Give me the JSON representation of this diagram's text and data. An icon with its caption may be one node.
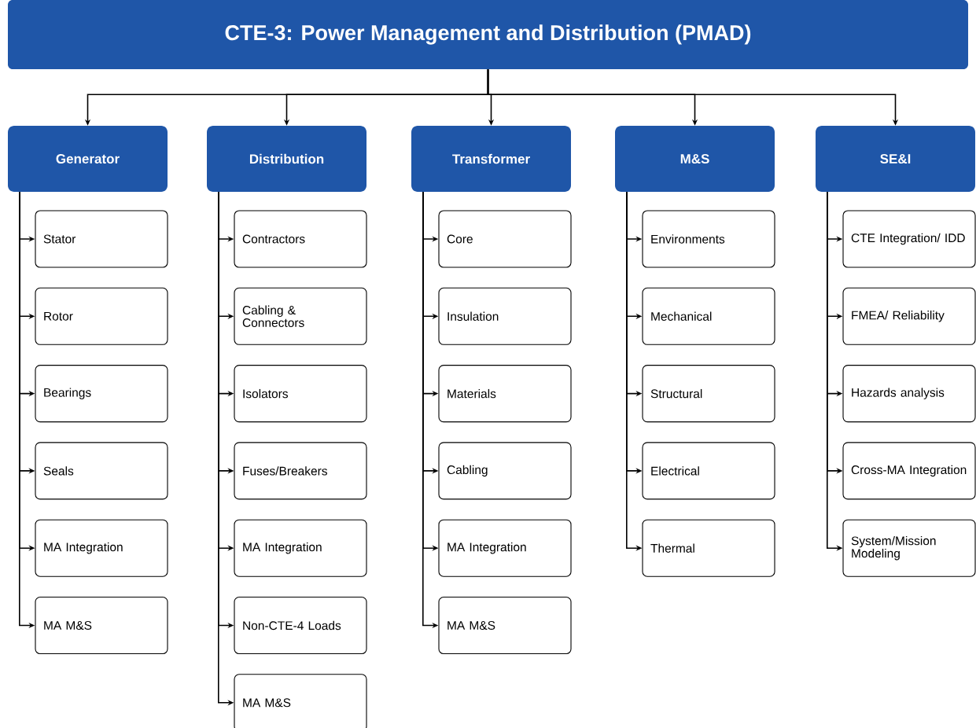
{
  "diagram": {
    "nodes": [
      {
        "text": [
          "CTE-3: Power Management and Distribution (PMAD)"
        ]
      },
      {
        "text": [
          "Generator"
        ]
      },
      {
        "text": [
          "Distribution"
        ]
      },
      {
        "text": [
          "Transformer"
        ]
      },
      {
        "text": [
          "M&S"
        ]
      },
      {
        "text": [
          "SE&I"
        ]
      },
      {
        "text": [
          "Stator"
        ]
      },
      {
        "text": [
          "Rotor"
        ]
      },
      {
        "text": [
          "Bearings"
        ]
      },
      {
        "text": [
          "Seals"
        ]
      },
      {
        "text": [
          "MA Integration"
        ]
      },
      {
        "text": [
          "MA M&S"
        ]
      },
      {
        "text": [
          "Contractors"
        ]
      },
      {
        "text": [
          "Cabling & Connectors"
        ]
      },
      {
        "text": [
          "Isolators"
        ]
      },
      {
        "text": [
          "Fuses/Breakers"
        ]
      },
      {
        "text": [
          "MA Integration"
        ]
      },
      {
        "text": [
          "Non-CTE-4 Loads"
        ]
      },
      {
        "text": [
          "MA M&S"
        ]
      },
      {
        "text": [
          "Core"
        ]
      },
      {
        "text": [
          "Insulation"
        ]
      },
      {
        "text": [
          "Materials"
        ]
      },
      {
        "text": [
          "Cabling"
        ]
      },
      {
        "text": [
          "MA Integration"
        ]
      },
      {
        "text": [
          "MA M&S"
        ]
      },
      {
        "text": [
          "Environments"
        ]
      },
      {
        "text": [
          "Mechanical"
        ]
      },
      {
        "text": [
          "Structural"
        ]
      },
      {
        "text": [
          "Electrical"
        ]
      },
      {
        "text": [
          "Thermal"
        ]
      },
      {
        "text": [
          "CTE Integration/ IDD"
        ]
      },
      {
        "text": [
          "FMEA/ Reliability"
        ]
      },
      {
        "text": [
          "Hazards analysis"
        ]
      },
      {
        "text": [
          "Cross-MA Integration"
        ]
      },
      {
        "text": [
          "System/Mission Modeling"
        ]
      }
    ],
    "edges": [
      {
        "from": 0,
        "to": 1,
        "arrow": "to"
      },
      {
        "from": 0,
        "to": 2,
        "arrow": "to"
      },
      {
        "from": 0,
        "to": 3,
        "arrow": "to"
      },
      {
        "from": 0,
        "to": 4,
        "arrow": "to"
      },
      {
        "from": 0,
        "to": 5,
        "arrow": "to"
      },
      {
        "from": 1,
        "to": 6,
        "arrow": "to"
      },
      {
        "from": 1,
        "to": 7,
        "arrow": "to"
      },
      {
        "from": 1,
        "to": 8,
        "arrow": "to"
      },
      {
        "from": 1,
        "to": 9,
        "arrow": "to"
      },
      {
        "from": 1,
        "to": 10,
        "arrow": "to"
      },
      {
        "from": 1,
        "to": 11,
        "arrow": "to"
      },
      {
        "from": 2,
        "to": 12,
        "arrow": "to"
      },
      {
        "from": 2,
        "to": 13,
        "arrow": "to"
      },
      {
        "from": 2,
        "to": 14,
        "arrow": "to"
      },
      {
        "from": 2,
        "to": 15,
        "arrow": "to"
      },
      {
        "from": 2,
        "to": 16,
        "arrow": "to"
      },
      {
        "from": 2,
        "to": 17,
        "arrow": "to"
      },
      {
        "from": 2,
        "to": 18,
        "arrow": "to"
      },
      {
        "from": 3,
        "to": 19,
        "arrow": "to"
      },
      {
        "from": 3,
        "to": 20,
        "arrow": "to"
      },
      {
        "from": 3,
        "to": 21,
        "arrow": "to"
      },
      {
        "from": 3,
        "to": 22,
        "arrow": "to"
      },
      {
        "from": 3,
        "to": 23,
        "arrow": "to"
      },
      {
        "from": 3,
        "to": 24,
        "arrow": "to"
      },
      {
        "from": 4,
        "to": 25,
        "arrow": "to"
      },
      {
        "from": 4,
        "to": 26,
        "arrow": "to"
      },
      {
        "from": 4,
        "to": 27,
        "arrow": "to"
      },
      {
        "from": 4,
        "to": 28,
        "arrow": "to"
      },
      {
        "from": 4,
        "to": 29,
        "arrow": "to"
      },
      {
        "from": 5,
        "to": 30,
        "arrow": "to"
      },
      {
        "from": 5,
        "to": 31,
        "arrow": "to"
      },
      {
        "from": 5,
        "to": 32,
        "arrow": "to"
      },
      {
        "from": 5,
        "to": 33,
        "arrow": "to"
      },
      {
        "from": 5,
        "to": 34,
        "arrow": "to"
      }
    ]
  }
}
